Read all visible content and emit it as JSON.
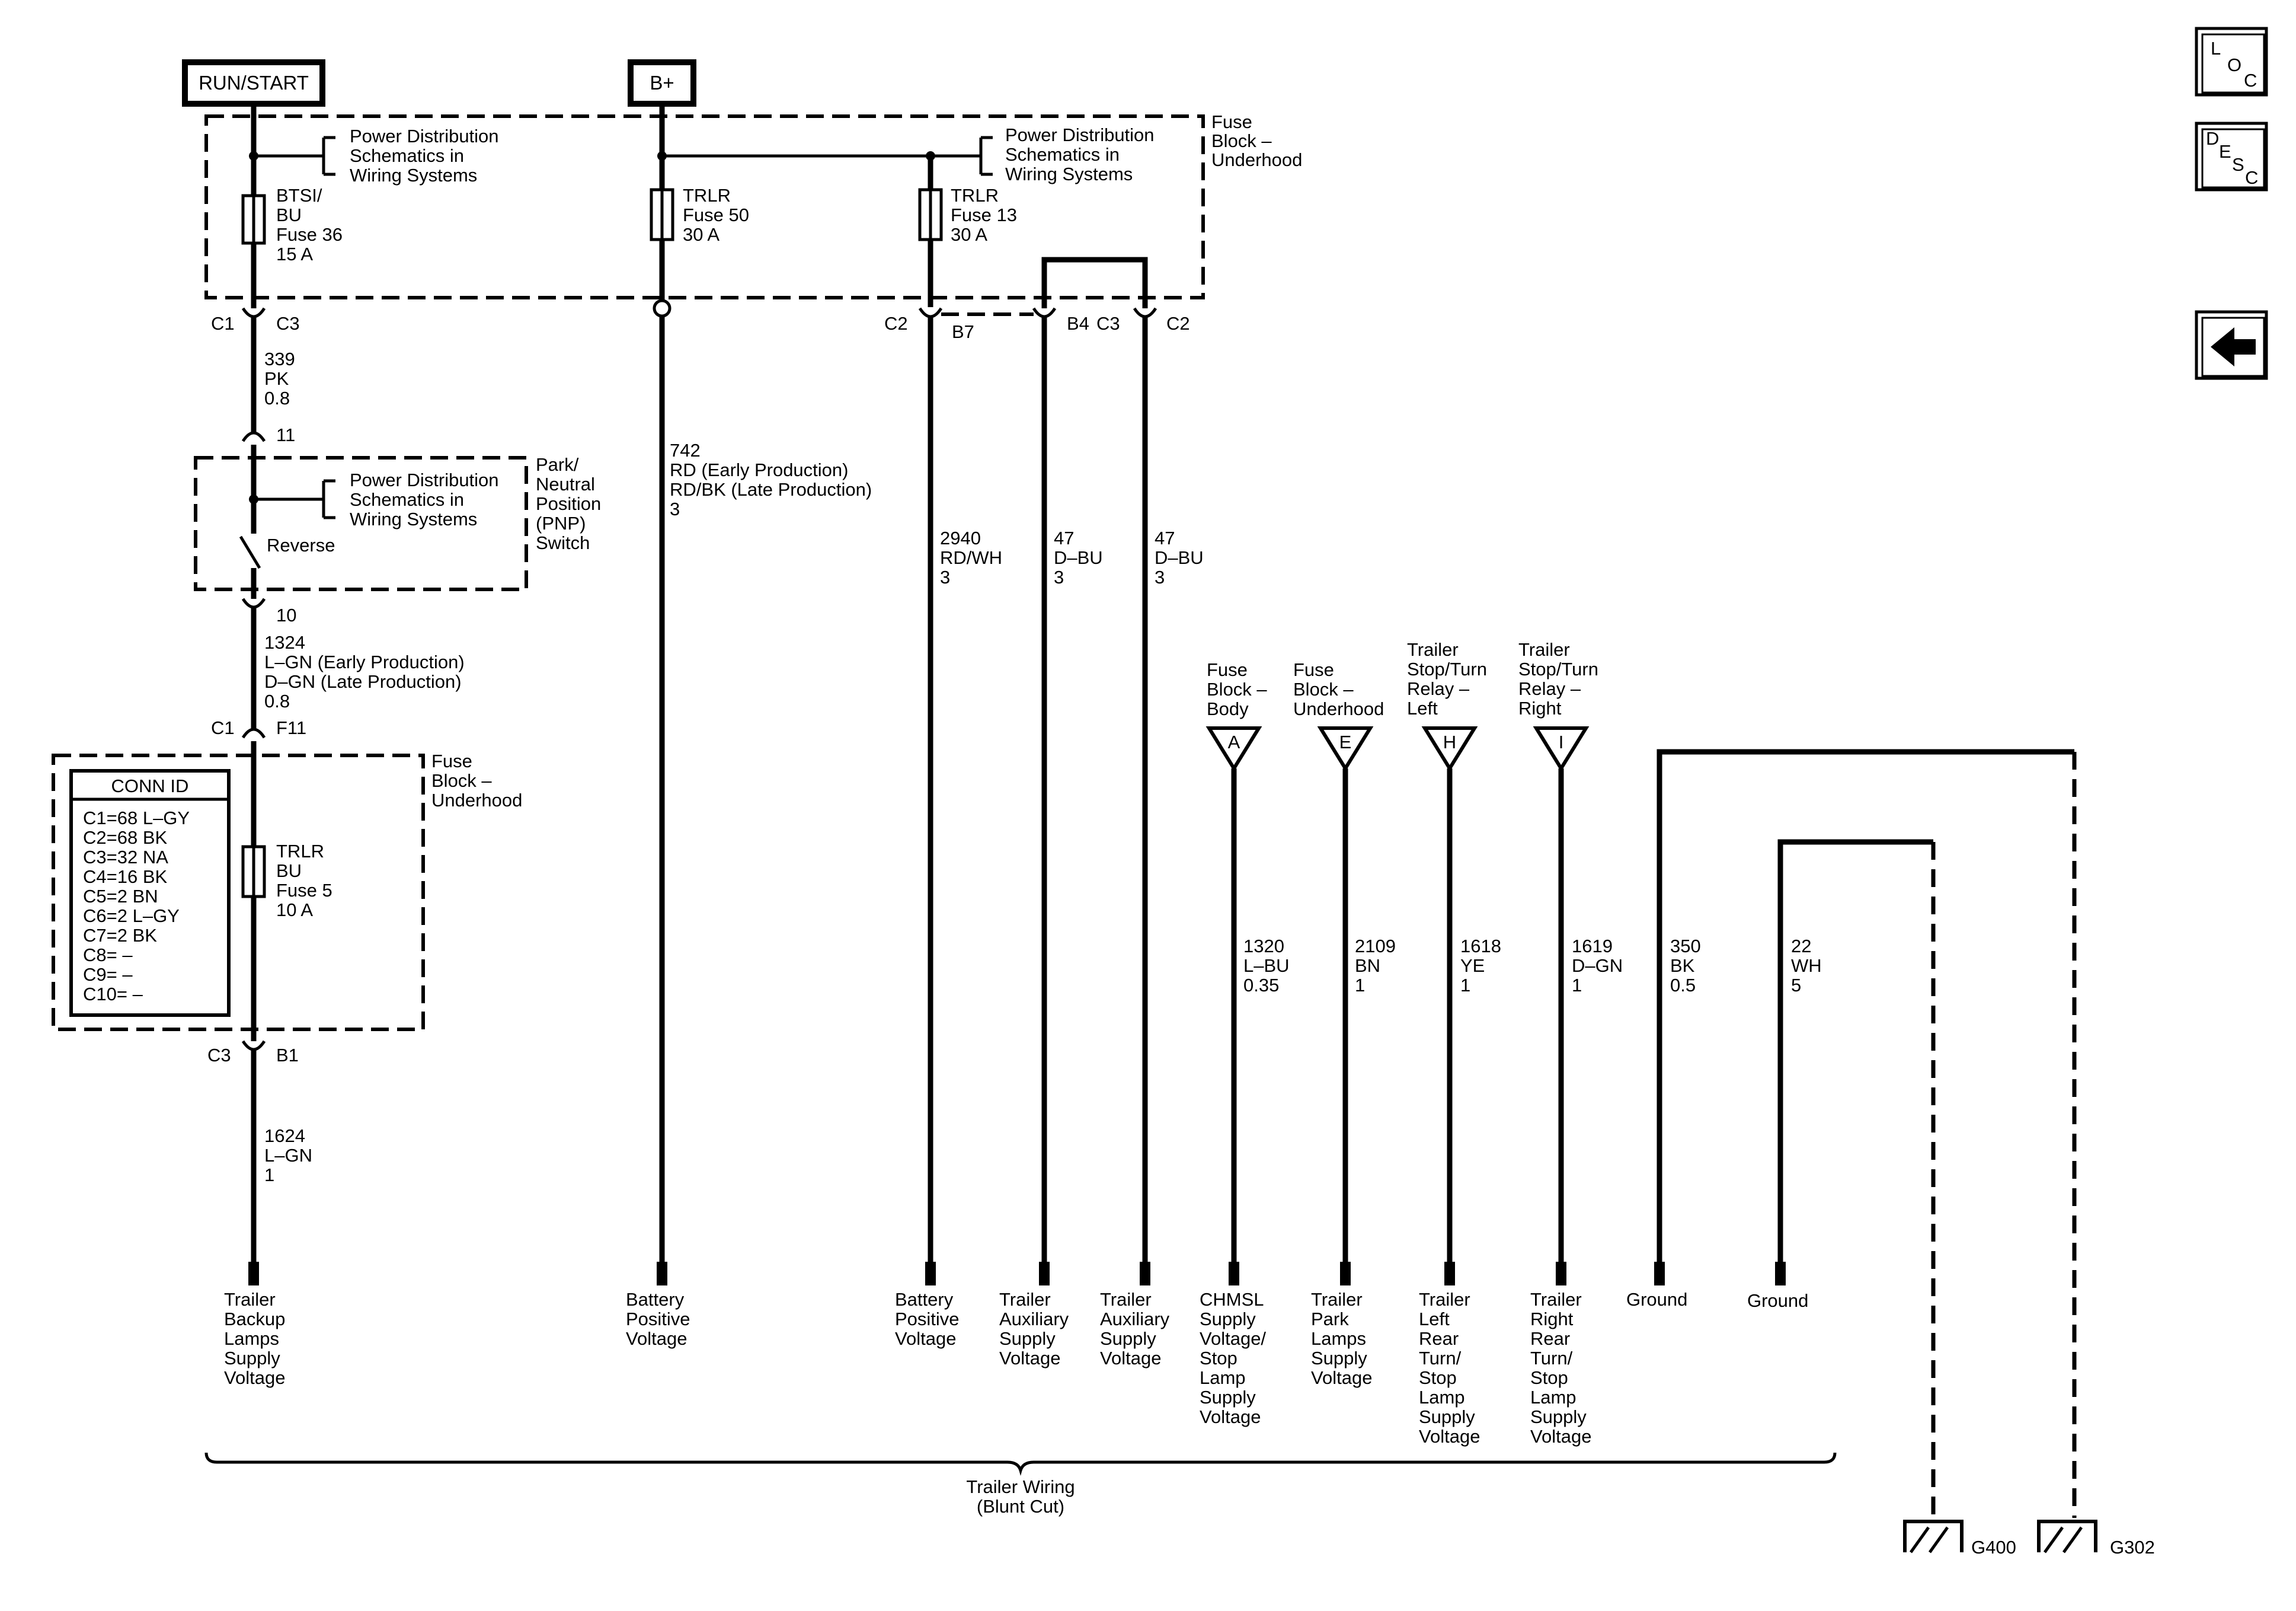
{
  "header": {
    "run_start": "RUN/START",
    "b_plus": "B+"
  },
  "nav": {
    "loc": [
      "L",
      "O",
      "C"
    ],
    "desc": [
      "D",
      "E",
      "S",
      "C"
    ]
  },
  "fuse_block_top": {
    "name": [
      "Fuse",
      "Block –",
      "Underhood"
    ],
    "pds1": [
      "Power Distribution",
      "Schematics in",
      "Wiring Systems"
    ],
    "pds2": [
      "Power Distribution",
      "Schematics in",
      "Wiring Systems"
    ],
    "fuse36": [
      "BTSI/",
      "BU",
      "Fuse 36",
      "15 A"
    ],
    "fuse50": [
      "TRLR",
      "Fuse 50",
      "30 A"
    ],
    "fuse13": [
      "TRLR",
      "Fuse 13",
      "30 A"
    ]
  },
  "connectors": {
    "c1": "C1",
    "c3": "C3",
    "c2a": "C2",
    "b7": "B7",
    "b4": "B4",
    "c3b": "C3",
    "c2b": "C2",
    "pin11": "11",
    "pin10": "10",
    "c1b": "C1",
    "f11": "F11",
    "c3c": "C3",
    "b1": "B1"
  },
  "wires": {
    "w339": [
      "339",
      "PK",
      "0.8"
    ],
    "w742": [
      "742",
      "RD (Early Production)",
      "RD/BK (Late Production)",
      "3"
    ],
    "w2940": [
      "2940",
      "RD/WH",
      "3"
    ],
    "w47a": [
      "47",
      "D–BU",
      "3"
    ],
    "w47b": [
      "47",
      "D–BU",
      "3"
    ],
    "w1324": [
      "1324",
      "L–GN (Early Production)",
      "D–GN (Late Production)",
      "0.8"
    ],
    "w1624": [
      "1624",
      "L–GN",
      "1"
    ],
    "w1320": [
      "1320",
      "L–BU",
      "0.35"
    ],
    "w2109": [
      "2109",
      "BN",
      "1"
    ],
    "w1618": [
      "1618",
      "YE",
      "1"
    ],
    "w1619": [
      "1619",
      "D–GN",
      "1"
    ],
    "w350": [
      "350",
      "BK",
      "0.5"
    ],
    "w22": [
      "22",
      "WH",
      "5"
    ]
  },
  "pnp_switch": {
    "name": [
      "Park/",
      "Neutral",
      "Position",
      "(PNP)",
      "Switch"
    ],
    "pds": [
      "Power Distribution",
      "Schematics in",
      "Wiring Systems"
    ],
    "reverse": "Reverse"
  },
  "fuse_block_lower": {
    "name": [
      "Fuse",
      "Block –",
      "Underhood"
    ],
    "conn_id_title": "CONN ID",
    "conn_ids": [
      "C1=68 L–GY",
      "C2=68 BK",
      "C3=32 NA",
      "C4=16 BK",
      "C5=2 BN",
      "C6=2 L–GY",
      "C7=2 BK",
      "C8= –",
      "C9= –",
      "C10= –"
    ],
    "fuse5": [
      "TRLR",
      "BU",
      "Fuse 5",
      "10 A"
    ]
  },
  "references": {
    "a": {
      "letter": "A",
      "label": [
        "Fuse",
        "Block –",
        "Body"
      ]
    },
    "e": {
      "letter": "E",
      "label": [
        "Fuse",
        "Block –",
        "Underhood"
      ]
    },
    "h": {
      "letter": "H",
      "label": [
        "Trailer",
        "Stop/Turn",
        "Relay –",
        "Left"
      ]
    },
    "i": {
      "letter": "I",
      "label": [
        "Trailer",
        "Stop/Turn",
        "Relay –",
        "Right"
      ]
    }
  },
  "terminals": {
    "t1": [
      "Trailer",
      "Backup",
      "Lamps",
      "Supply",
      "Voltage"
    ],
    "t2": [
      "Battery",
      "Positive",
      "Voltage"
    ],
    "t3": [
      "Battery",
      "Positive",
      "Voltage"
    ],
    "t4": [
      "Trailer",
      "Auxiliary",
      "Supply",
      "Voltage"
    ],
    "t5": [
      "Trailer",
      "Auxiliary",
      "Supply",
      "Voltage"
    ],
    "t6": [
      "CHMSL",
      "Supply",
      "Voltage/",
      "Stop",
      "Lamp",
      "Supply",
      "Voltage"
    ],
    "t7": [
      "Trailer",
      "Park",
      "Lamps",
      "Supply",
      "Voltage"
    ],
    "t8": [
      "Trailer",
      "Left",
      "Rear",
      "Turn/",
      "Stop",
      "Lamp",
      "Supply",
      "Voltage"
    ],
    "t9": [
      "Trailer",
      "Right",
      "Rear",
      "Turn/",
      "Stop",
      "Lamp",
      "Supply",
      "Voltage"
    ],
    "t10": [
      "Ground"
    ],
    "t11": [
      "Ground"
    ]
  },
  "trailer_wiring": [
    "Trailer Wiring",
    "(Blunt Cut)"
  ],
  "grounds": {
    "g400": "G400",
    "g302": "G302"
  }
}
